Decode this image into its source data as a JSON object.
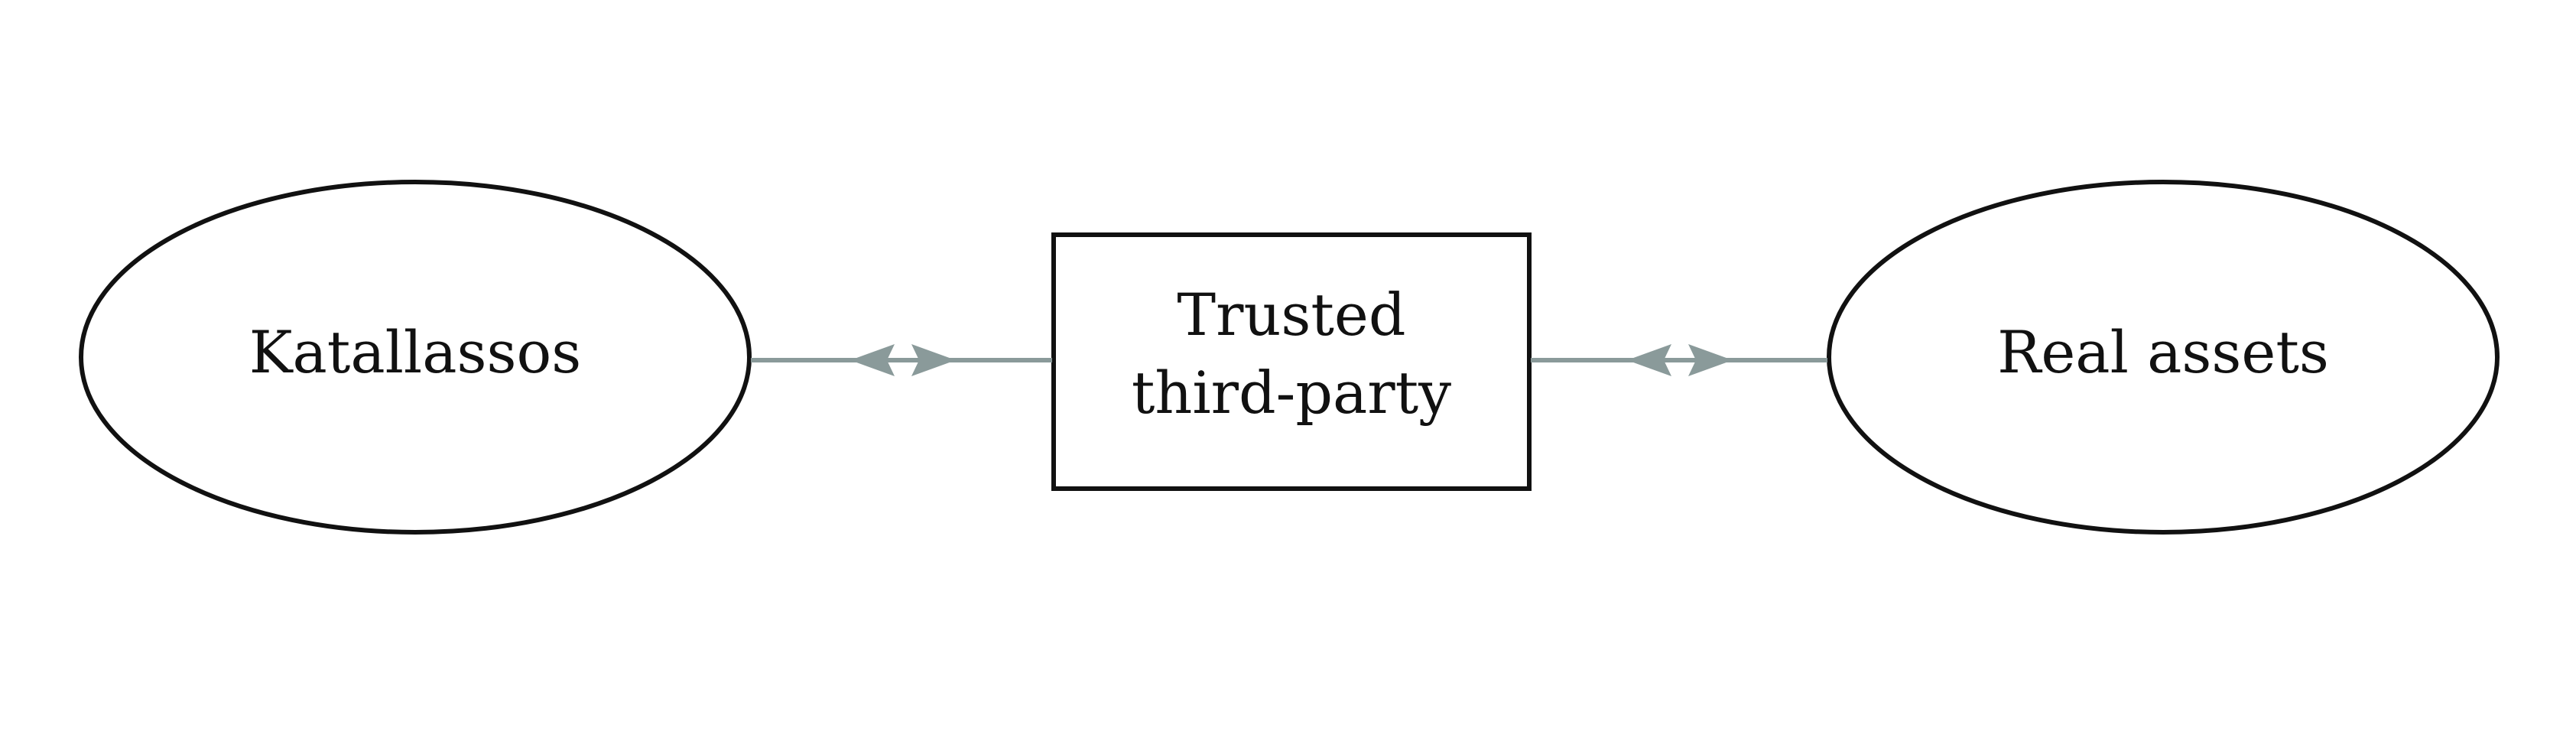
{
  "nodes": {
    "left": {
      "label": "Katallassos"
    },
    "center": {
      "label_line1": "Trusted",
      "label_line2": "third-party"
    },
    "right": {
      "label": "Real assets"
    }
  },
  "edges": [
    {
      "from": "Katallassos",
      "to": "Trusted third-party",
      "direction": "bidirectional"
    },
    {
      "from": "Trusted third-party",
      "to": "Real assets",
      "direction": "bidirectional"
    }
  ],
  "colors": {
    "edge": "#8a9a9a",
    "node_border": "#111111",
    "text": "#111111",
    "background": "#ffffff"
  }
}
